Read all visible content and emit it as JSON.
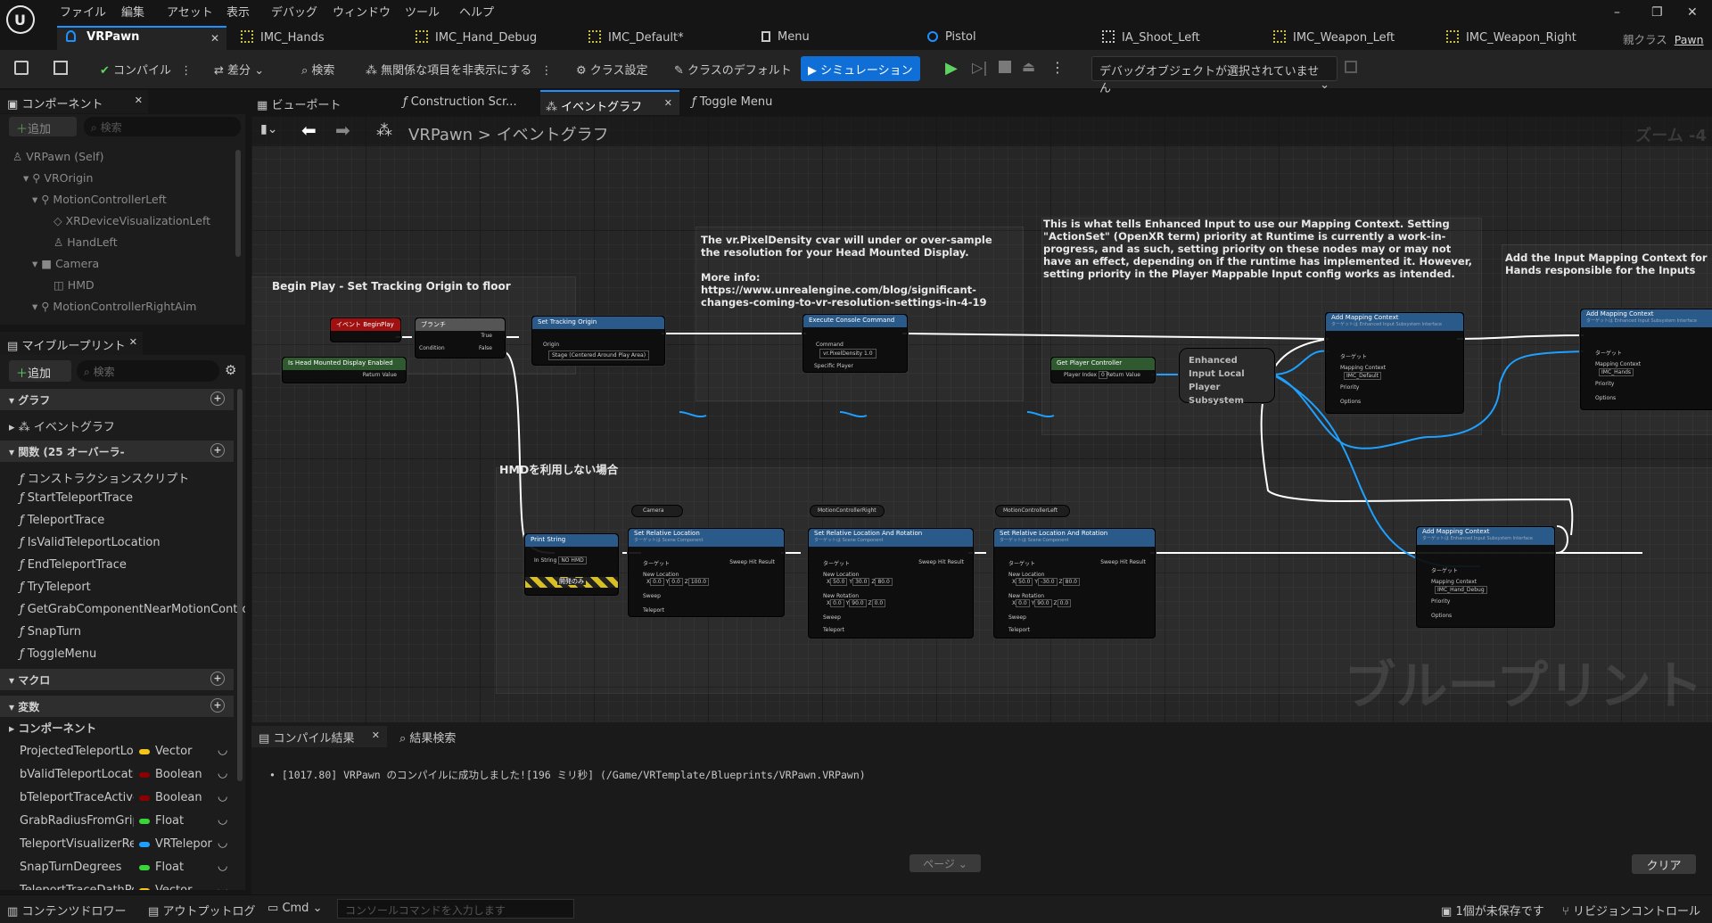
{
  "menu": [
    "ファイル",
    "編集",
    "アセット",
    "表示",
    "デバッグ",
    "ウィンドウ",
    "ツール",
    "ヘルプ"
  ],
  "doc_tabs": [
    "VRPawn",
    "IMC_Hands",
    "IMC_Hand_Debug",
    "IMC_Default*",
    "Menu",
    "Pistol",
    "IA_Shoot_Left",
    "IMC_Weapon_Left",
    "IMC_Weapon_Right"
  ],
  "parent_class": {
    "label": "親クラス",
    "value": "Pawn"
  },
  "toolbar": {
    "compile": "コンパイル",
    "diff": "差分",
    "search": "検索",
    "hide_unrelated": "無関係な項目を非表示にする",
    "class_settings": "クラス設定",
    "class_defaults": "クラスのデフォルト",
    "simulation": "シミュレーション",
    "debug_object": "デバッグオブジェクトが選択されていません"
  },
  "components_panel": {
    "title": "コンポーネント",
    "add": "追加",
    "search_placeholder": "検索",
    "tree": [
      "VRPawn (Self)",
      "VROrigin",
      "MotionControllerLeft",
      "XRDeviceVisualizationLeft",
      "HandLeft",
      "Camera",
      "HMD",
      "MotionControllerRightAim"
    ]
  },
  "my_blueprint": {
    "title": "マイブループリント",
    "add": "追加",
    "search_placeholder": "検索",
    "graphs_label": "グラフ",
    "event_graph": "イベントグラフ",
    "functions_label": "関数 (25 オーバーラ-",
    "functions": [
      "コンストラクションスクリプト",
      "StartTeleportTrace",
      "TeleportTrace",
      "IsValidTeleportLocation",
      "EndTeleportTrace",
      "TryTeleport",
      "GetGrabComponentNearMotionContro",
      "SnapTurn",
      "ToggleMenu"
    ],
    "macros_label": "マクロ",
    "variables_label": "変数",
    "components_label": "コンポーネント",
    "variables": [
      {
        "name": "ProjectedTeleportLoca",
        "type": "Vector",
        "color": "#f5c518"
      },
      {
        "name": "bValidTeleportLocatio",
        "type": "Boolean",
        "color": "#8b0000"
      },
      {
        "name": "bTeleportTraceActive",
        "type": "Boolean",
        "color": "#8b0000"
      },
      {
        "name": "GrabRadiusFromGripF",
        "type": "Float",
        "color": "#38d43a"
      },
      {
        "name": "TeleportVisualizerRef",
        "type": "VRTelepor",
        "color": "#1ea0ff"
      },
      {
        "name": "SnapTurnDegrees",
        "type": "Float",
        "color": "#38d43a"
      },
      {
        "name": "TeleportTraceDathPo",
        "type": "Vector",
        "color": "#f5c518"
      }
    ]
  },
  "graph_tabs": [
    "ビューポート",
    "Construction Scr...",
    "イベントグラフ",
    "Toggle Menu"
  ],
  "breadcrumb": {
    "root": "VRPawn",
    "current": "イベントグラフ"
  },
  "zoom": "ズーム -4",
  "watermark": "ブループリント",
  "comments": {
    "begin_play": "Begin Play - Set Tracking Origin to floor",
    "pixel_density": "The vr.PixelDensity cvar will under or over-sample the resolution for your Head Mounted Display.\n\nMore info: https://www.unrealengine.com/blog/significant-changes-coming-to-vr-resolution-settings-in-4-19",
    "enhanced_input": "This is what tells Enhanced Input to use our Mapping Context. Setting \"ActionSet\" (OpenXR term) priority at Runtime is currently a work-in-progress, and as such, setting priority on these nodes may or may not have an effect, depending on if the runtime has implemented it. However, setting priority in the Player Mappable Input config works as intended.",
    "hands": "Add the Input Mapping Context for Hands responsible for the Inputs that control the",
    "no_hmd": "HMDを利用しない場合"
  },
  "nodes": {
    "begin_play": "イベント BeginPlay",
    "branch": "ブランチ",
    "hmd_enabled": "Is Head Mounted Display Enabled",
    "return_value": "Return Value",
    "set_tracking_origin": "Set Tracking Origin",
    "origin": "Origin",
    "origin_value": "Stage (Centered Around Play Area)",
    "exec_console": "Execute Console Command",
    "command": "Command",
    "command_value": "vr.PixelDensity 1.0",
    "specific_player": "Specific Player",
    "get_player_controller": "Get Player Controller",
    "player_index": "Player Index",
    "player_index_value": "0",
    "subsystem": "Enhanced Input Local Player Subsystem",
    "add_mapping_context": "Add Mapping Context",
    "target_sub": "ターゲットは Enhanced Input Subsystem Interface",
    "target": "ターゲット",
    "mapping_context": "Mapping Context",
    "priority": "Priority",
    "options": "Options",
    "imc_default": "IMC_Default",
    "imc_hands": "IMC_Hands",
    "imc_hand_debug": "IMC_Hand_Debug",
    "condition": "Condition",
    "true": "True",
    "false": "False",
    "print_string": "Print String",
    "in_string": "In String",
    "no_hmd": "NO HMD",
    "dev_only": "開発のみ",
    "camera": "Camera",
    "set_rel_loc": "Set Relative Location",
    "set_rel_loc_rot": "Set Relative Location And Rotation",
    "target_scene": "ターゲットは Scene Component",
    "new_location": "New Location",
    "new_rotation": "New Rotation",
    "sweep": "Sweep",
    "teleport": "Teleport",
    "sweep_hit": "Sweep Hit Result",
    "mc_right": "MotionControllerRight",
    "mc_left": "MotionControllerLeft",
    "cam_loc": [
      "0.0",
      "0.0",
      "100.0"
    ],
    "right_loc": [
      "50.0",
      "30.0",
      "80.0"
    ],
    "right_rot": [
      "0.0",
      "90.0",
      "0.0"
    ],
    "left_loc": [
      "50.0",
      "-30.0",
      "80.0"
    ],
    "left_rot": [
      "0.0",
      "90.0",
      "0.0"
    ]
  },
  "output": {
    "tab": "コンパイル結果",
    "search_tab": "結果検索",
    "message": "[1017.80] VRPawn のコンパイルに成功しました![196 ミリ秒] (/Game/VRTemplate/Blueprints/VRPawn.VRPawn)",
    "page": "ページ",
    "clear": "クリア"
  },
  "statusbar": {
    "content_drawer": "コンテンツドロワー",
    "output_log": "アウトプットログ",
    "cmd": "Cmd",
    "console_placeholder": "コンソールコマンドを入力します",
    "unsaved": "1個が未保存です",
    "revision": "リビジョンコントロール"
  },
  "colors": {
    "accent": "#1e90ff",
    "exec_wire": "#ffffff",
    "object_wire": "#1ea0ff",
    "node_blue": "#2a5a8a",
    "node_red": "#a01010",
    "node_green": "#2f5a2f"
  }
}
